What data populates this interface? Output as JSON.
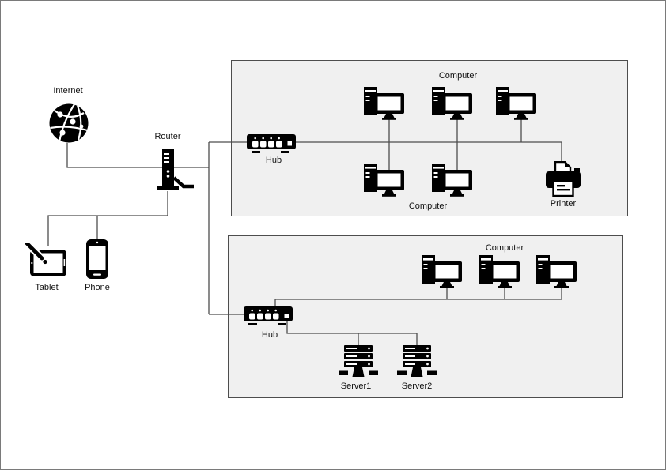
{
  "diagram": {
    "title": "network-topology-diagram",
    "internet": {
      "label": "Internet"
    },
    "router": {
      "label": "Router"
    },
    "tablet": {
      "label": "Tablet"
    },
    "phone": {
      "label": "Phone"
    },
    "lan1": {
      "hub_label": "Hub",
      "computer_label_top": "Computer",
      "computer_label_bottom": "Computer",
      "printer_label": "Printer",
      "computer_count_top_row": 3,
      "computer_count_bottom_row": 2
    },
    "lan2": {
      "hub_label": "Hub",
      "computer_label": "Computer",
      "server1_label": "Server1",
      "server2_label": "Server2",
      "computer_count": 3
    },
    "colors": {
      "icon": "#000000",
      "connector_line": "#4d4d4d",
      "zone_fill": "#f0f0f0",
      "zone_border": "#4d4d4d",
      "canvas_border": "#7a7a7a",
      "background": "#ffffff",
      "label_text": "#111111"
    }
  }
}
